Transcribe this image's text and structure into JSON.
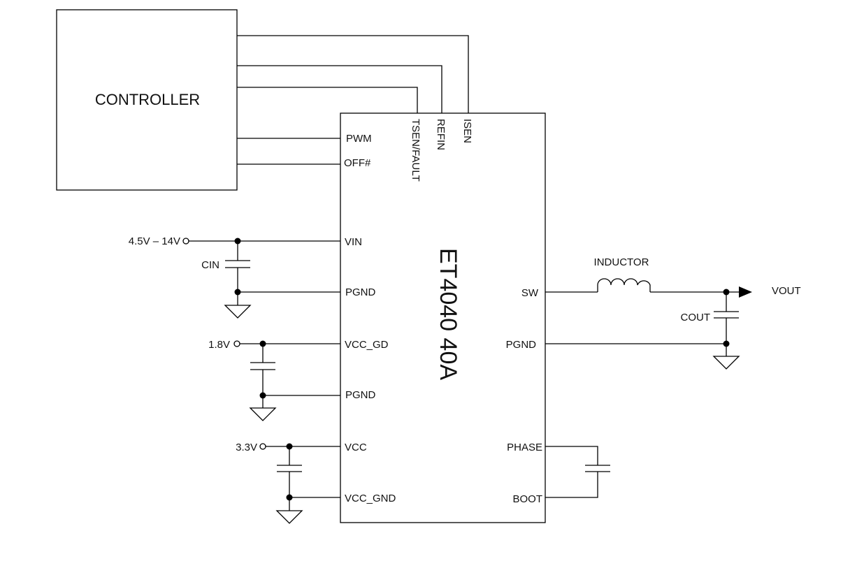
{
  "controller": {
    "label": "CONTROLLER"
  },
  "chip": {
    "label": "ET4040 40A"
  },
  "pins_left": {
    "pwm": "PWM",
    "off": "OFF#",
    "vin": "VIN",
    "pgnd1": "PGND",
    "vcc_gd": "VCC_GD",
    "pgnd2": "PGND",
    "vcc": "VCC",
    "vcc_gnd": "VCC_GND"
  },
  "pins_top": {
    "tsen": "TSEN/FAULT",
    "refin": "REFIN",
    "isen": "ISEN"
  },
  "pins_right": {
    "sw": "SW",
    "pgnd": "PGND",
    "phase": "PHASE",
    "boot": "BOOT"
  },
  "sources": {
    "vin_range": "4.5V – 14V",
    "v18": "1.8V",
    "v33": "3.3V"
  },
  "components": {
    "cin": "CIN",
    "cout": "COUT",
    "inductor": "INDUCTOR",
    "vout": "VOUT"
  }
}
